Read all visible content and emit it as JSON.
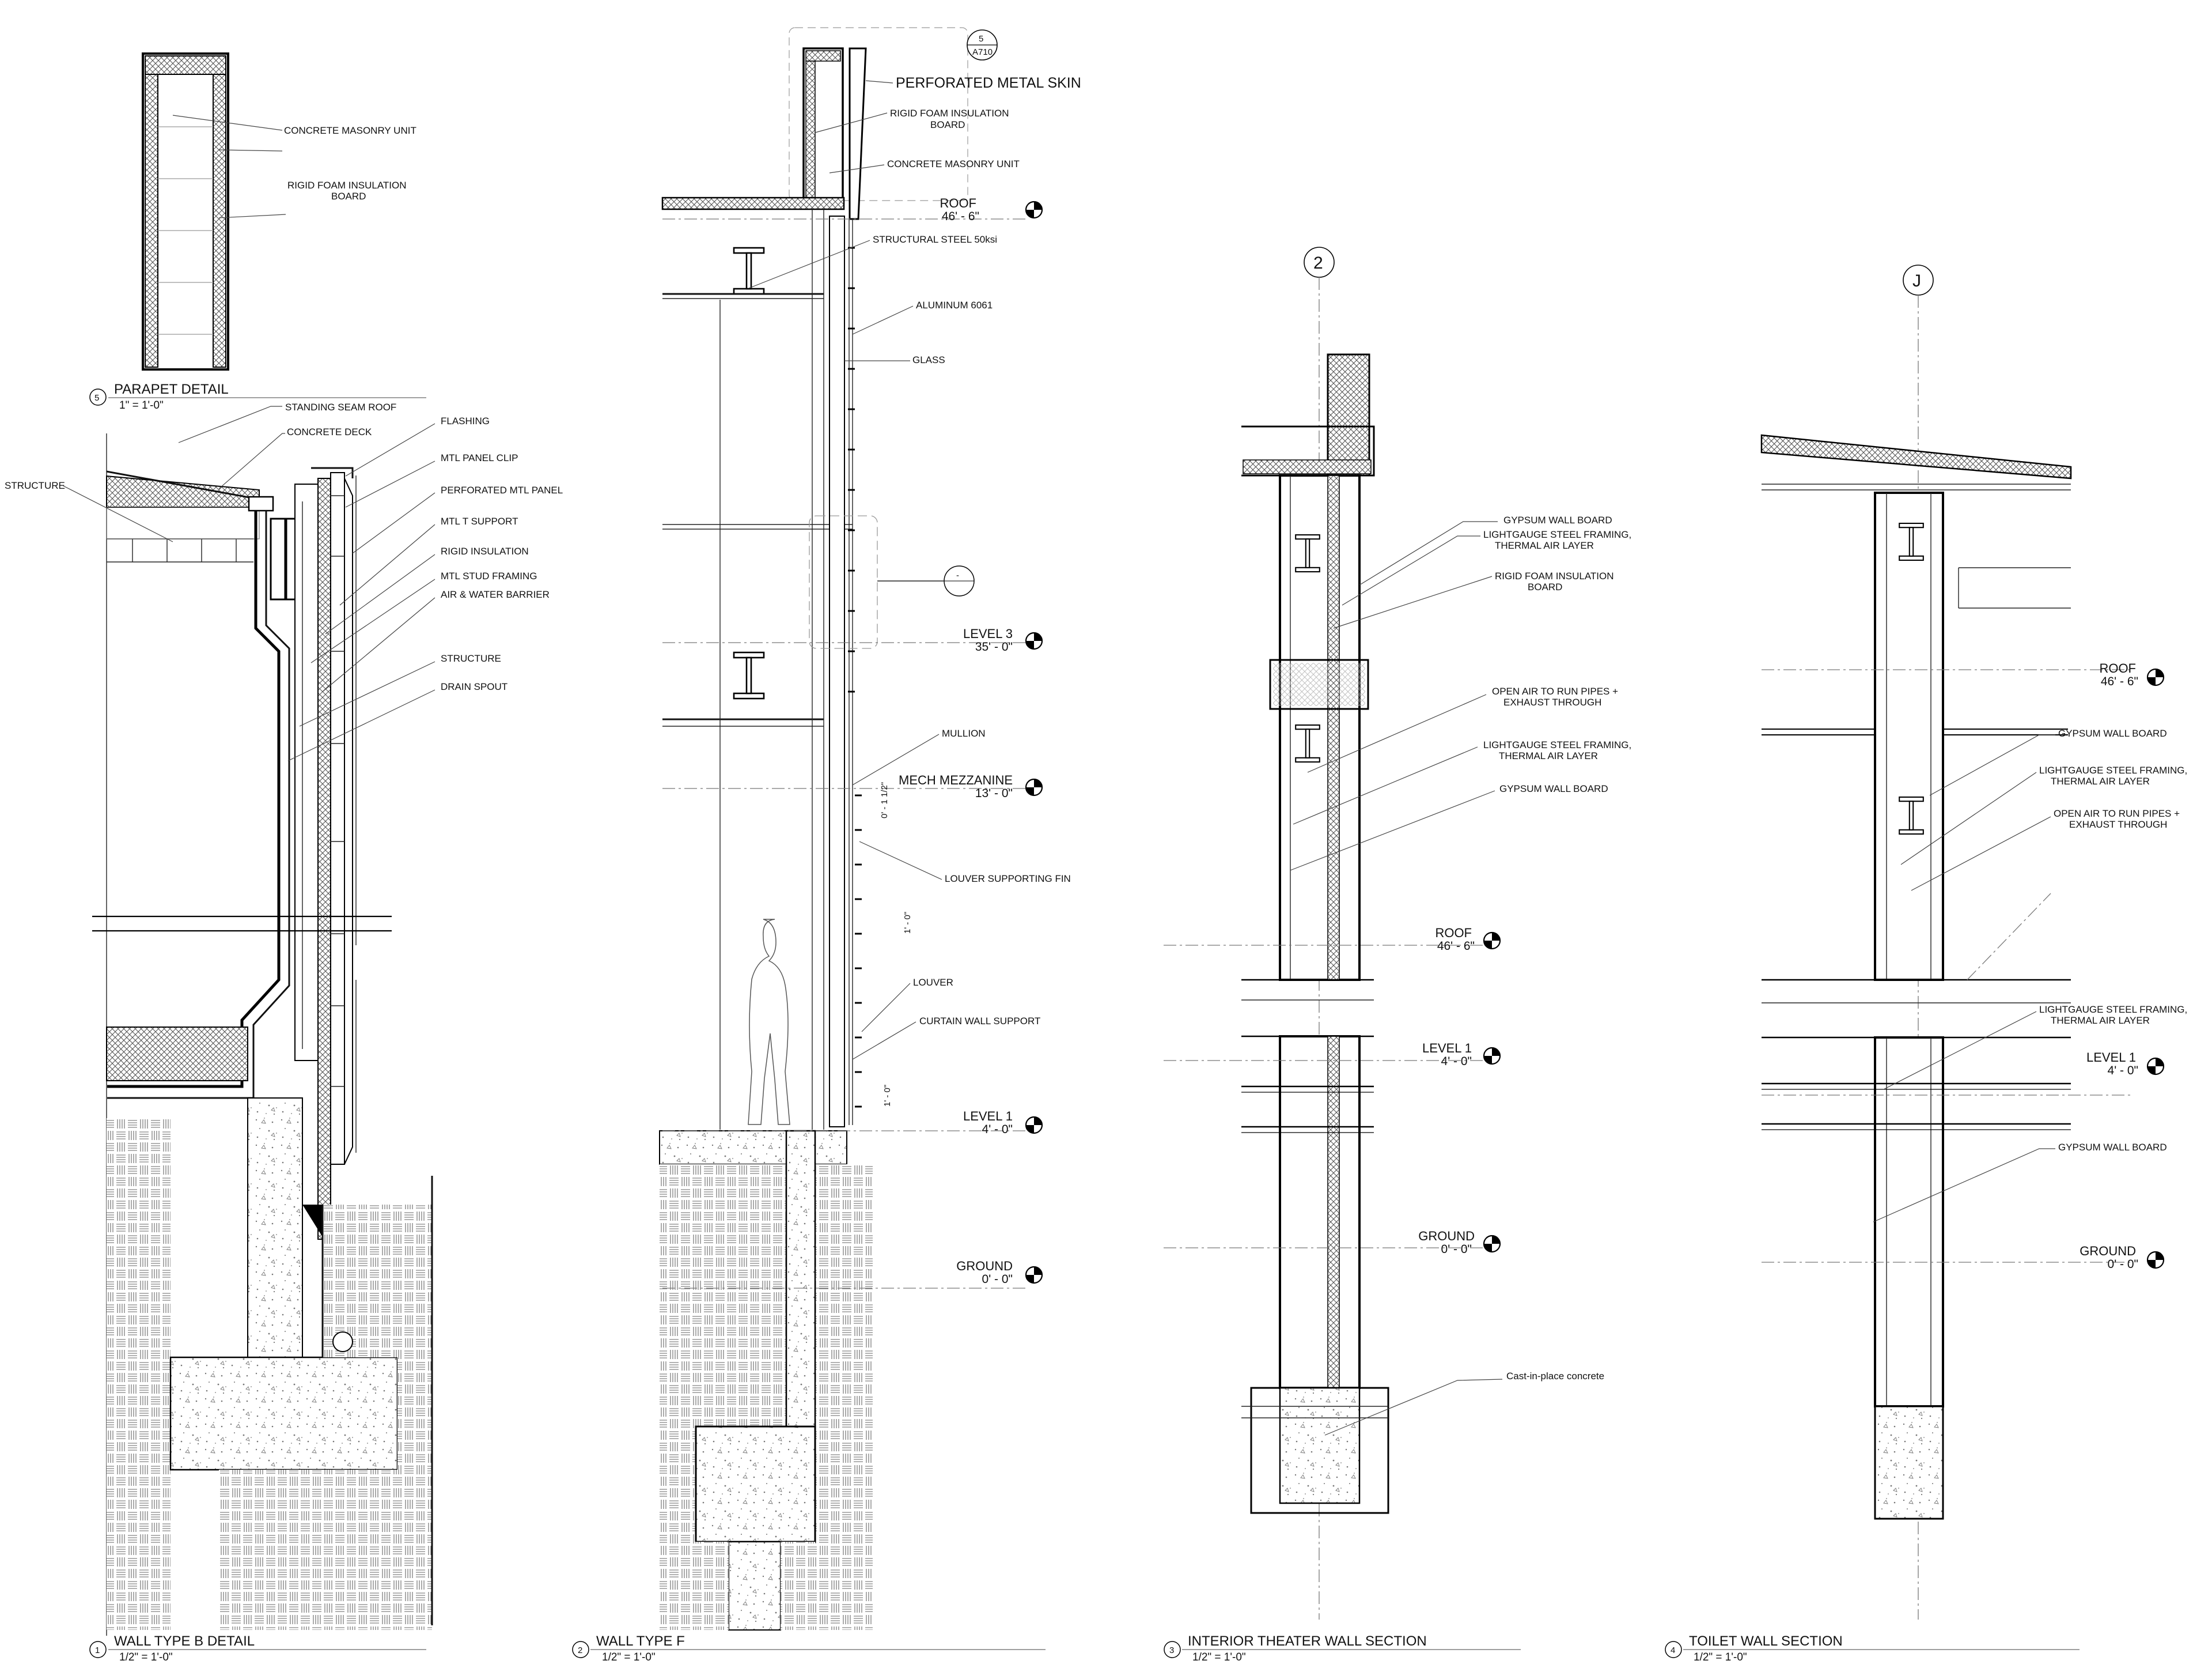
{
  "details": {
    "parapet": {
      "number": "5",
      "title": "PARAPET DETAIL",
      "scale": "1\" = 1'-0\"",
      "labels": [
        "CONCRETE MASONRY UNIT",
        "RIGID FOAM INSULATION BOARD"
      ]
    },
    "wall_b": {
      "number": "1",
      "title": "WALL TYPE B DETAIL",
      "scale": "1/2\" = 1'-0\"",
      "labels": [
        "STANDING SEAM ROOF",
        "CONCRETE DECK",
        "FLASHING",
        "MTL PANEL CLIP",
        "PERFORATED MTL PANEL",
        "MTL T SUPPORT",
        "RIGID INSULATION",
        "MTL STUD FRAMING",
        "AIR & WATER BARRIER",
        "STRUCTURE",
        "DRAIN SPOUT"
      ],
      "structure_label": "STRUCTURE"
    },
    "wall_f": {
      "number": "2",
      "title": "WALL TYPE F",
      "scale": "1/2\" = 1'-0\"",
      "callout": {
        "top": "5",
        "bottom": "A710"
      },
      "section_tag": "-",
      "labels": [
        "PERFORATED METAL SKIN",
        "RIGID FOAM INSULATION BOARD",
        "CONCRETE MASONRY UNIT",
        "STRUCTURAL STEEL 50ksi",
        "ALUMINUM 6061",
        "GLASS",
        "MULLION",
        "LOUVER SUPPORTING FIN",
        "LOUVER",
        "CURTAIN WALL SUPPORT"
      ],
      "dims": [
        "0' - 1 1/2\"",
        "1' - 0\"",
        "1' - 0\""
      ],
      "levels": [
        {
          "name": "ROOF",
          "elev": "46' - 6\""
        },
        {
          "name": "LEVEL 3",
          "elev": "35' - 0\""
        },
        {
          "name": "MECH MEZZANINE",
          "elev": "13' - 0\""
        },
        {
          "name": "LEVEL 1",
          "elev": "4' - 0\""
        },
        {
          "name": "GROUND",
          "elev": "0' - 0\""
        }
      ]
    },
    "theater": {
      "number": "3",
      "title": "INTERIOR THEATER WALL SECTION",
      "scale": "1/2\" = 1'-0\"",
      "grid": "2",
      "labels": [
        "GYPSUM WALL BOARD",
        "LIGHTGAUGE STEEL FRAMING, THERMAL AIR LAYER",
        "RIGID FOAM INSULATION BOARD",
        "OPEN AIR TO RUN PIPES + EXHAUST THROUGH",
        "LIGHTGAUGE STEEL FRAMING, THERMAL AIR LAYER",
        "GYPSUM WALL BOARD",
        "Cast-in-place concrete"
      ],
      "levels": [
        {
          "name": "ROOF",
          "elev": "46' - 6\""
        },
        {
          "name": "LEVEL 1",
          "elev": "4' - 0\""
        },
        {
          "name": "GROUND",
          "elev": "0' - 0\""
        }
      ]
    },
    "toilet": {
      "number": "4",
      "title": "TOILET WALL SECTION",
      "scale": "1/2\" = 1'-0\"",
      "grid": "J",
      "labels": [
        "GYPSUM WALL BOARD",
        "LIGHTGAUGE STEEL FRAMING, THERMAL AIR LAYER",
        "OPEN AIR TO RUN PIPES + EXHAUST THROUGH",
        "LIGHTGAUGE STEEL FRAMING, THERMAL AIR LAYER",
        "GYPSUM WALL BOARD"
      ],
      "levels": [
        {
          "name": "ROOF",
          "elev": "46' - 6\""
        },
        {
          "name": "LEVEL 1",
          "elev": "4' - 0\""
        },
        {
          "name": "GROUND",
          "elev": "0' - 0\""
        }
      ]
    }
  }
}
